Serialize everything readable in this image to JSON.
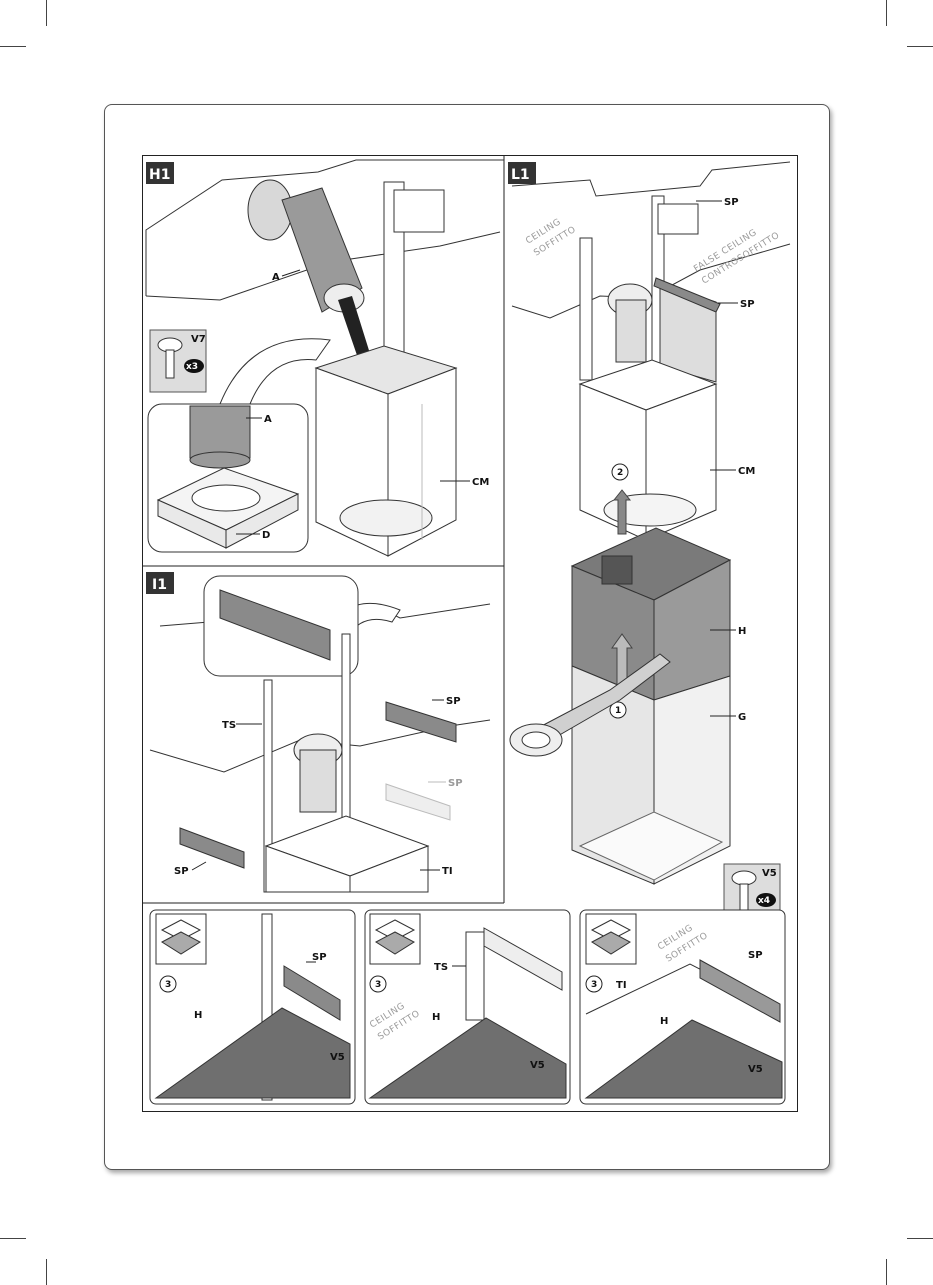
{
  "panels": {
    "h1": {
      "tag": "H1",
      "labels": {
        "a_top": "A",
        "a_inset": "A",
        "d": "D",
        "cm": "CM"
      },
      "screw": {
        "code": "V7",
        "qty": "x3"
      }
    },
    "l1": {
      "tag": "L1",
      "labels": {
        "sp_top": "SP",
        "sp_mid": "SP",
        "cm": "CM",
        "h": "H",
        "g": "G"
      },
      "steps": {
        "one": "1",
        "two": "2"
      },
      "ceiling": [
        "CEILING",
        "SOFFITTO"
      ],
      "false_ceiling": [
        "FALSE CEILING",
        "CONTROSOFFITTO"
      ],
      "screw": {
        "code": "V5",
        "qty": "x4"
      }
    },
    "i1": {
      "tag": "I1",
      "labels": {
        "ts": "TS",
        "sp_right": "SP",
        "sp_ghost": "SP",
        "sp_left": "SP",
        "ti": "TI"
      }
    },
    "detail_1": {
      "step": "3",
      "labels": {
        "sp": "SP",
        "h": "H",
        "v5": "V5"
      }
    },
    "detail_2": {
      "step": "3",
      "labels": {
        "ts": "TS",
        "h": "H",
        "v5": "V5"
      },
      "ceiling": [
        "CEILING",
        "SOFFITTO"
      ]
    },
    "detail_3": {
      "step": "3",
      "labels": {
        "sp": "SP",
        "ti": "TI",
        "h": "H",
        "v5": "V5"
      },
      "ceiling": [
        "CEILING",
        "SOFFITTO"
      ]
    }
  },
  "colors": {
    "panel_grey": "#8a8a8a",
    "dark_grey": "#6f6f6f",
    "light_grey": "#e6e6e6",
    "tag_bg": "#333333"
  }
}
